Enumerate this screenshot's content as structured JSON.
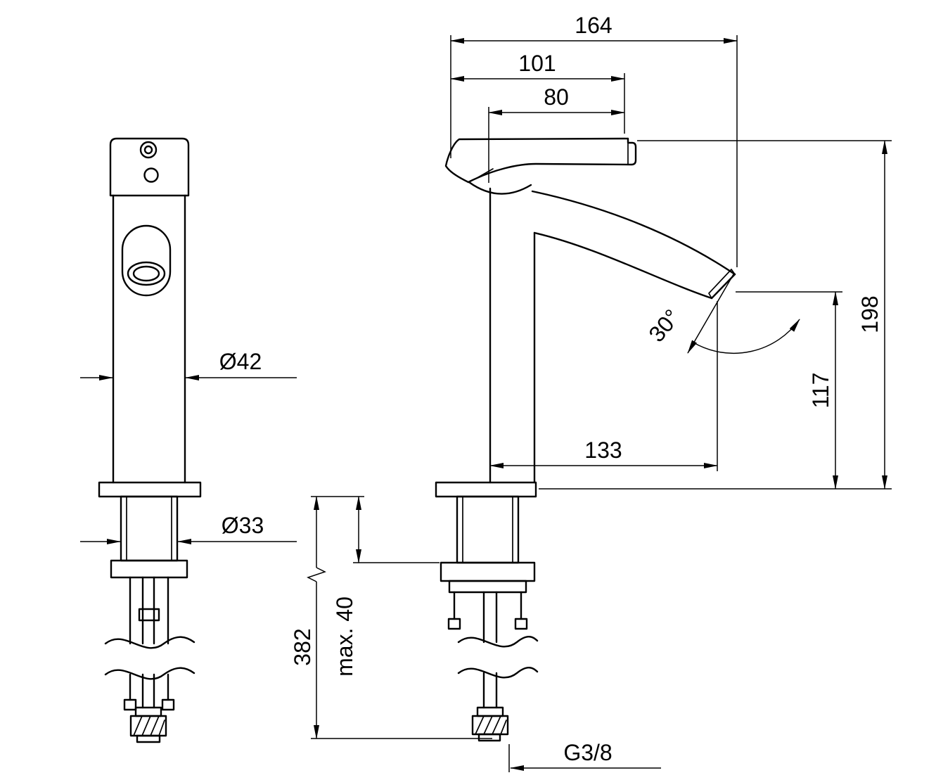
{
  "document": {
    "type": "technical-drawing",
    "subject": "Single-lever basin mixer faucet installation dimensions",
    "background_color": "#ffffff",
    "line_color": "#000000",
    "views": [
      {
        "id": "front-view",
        "description": "front elevation with mounting shank and supply hoses"
      },
      {
        "id": "side-view",
        "description": "side elevation with lever, spout and supply hoses"
      }
    ]
  },
  "dimensions": {
    "overall_projection": "164",
    "spout_to_handle_end": "101",
    "handle_length": "80",
    "overall_height": "198",
    "outlet_height": "117",
    "spout_reach": "133",
    "outlet_angle": "30°",
    "body_diameter": "Ø42",
    "mounting_diameter": "Ø33",
    "hose_length": "382",
    "max_deck_thickness": "max. 40",
    "connection_thread": "G3/8"
  }
}
